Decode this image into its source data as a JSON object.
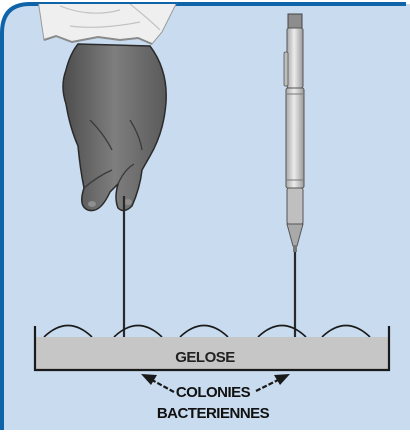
{
  "labels": {
    "agar": "GELOSE",
    "colonies_line1": "COLONIES",
    "colonies_line2": "BACTERIENNES"
  },
  "colors": {
    "panel_background": "#c9dbef",
    "panel_border": "#0f63a8",
    "agar_fill": "#c6c6c6",
    "outline": "#1a1a1a",
    "skin": "#6f6f6f",
    "sleeve": "#ececec",
    "pen_body": "#d2d2d2"
  },
  "icons": {
    "hand": "hand-holding-inoculating-wire",
    "pen": "pen-style-inoculating-needle"
  }
}
